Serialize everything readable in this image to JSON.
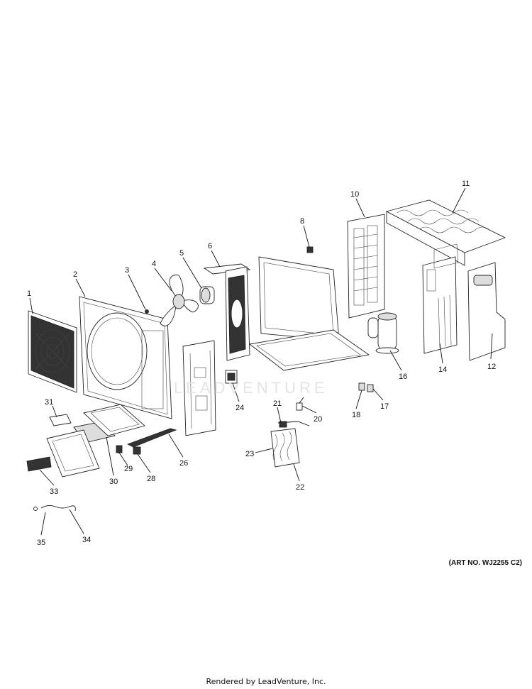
{
  "art_number": "(ART NO. WJ2255 C2)",
  "footer": "Rendered by LeadVenture, Inc.",
  "watermark": "LEADVENTURE",
  "callouts": [
    "1",
    "2",
    "3",
    "4",
    "5",
    "6",
    "8",
    "10",
    "11",
    "12",
    "14",
    "16",
    "17",
    "18",
    "20",
    "21",
    "22",
    "23",
    "24",
    "26",
    "28",
    "29",
    "30",
    "31",
    "33",
    "34",
    "35"
  ]
}
